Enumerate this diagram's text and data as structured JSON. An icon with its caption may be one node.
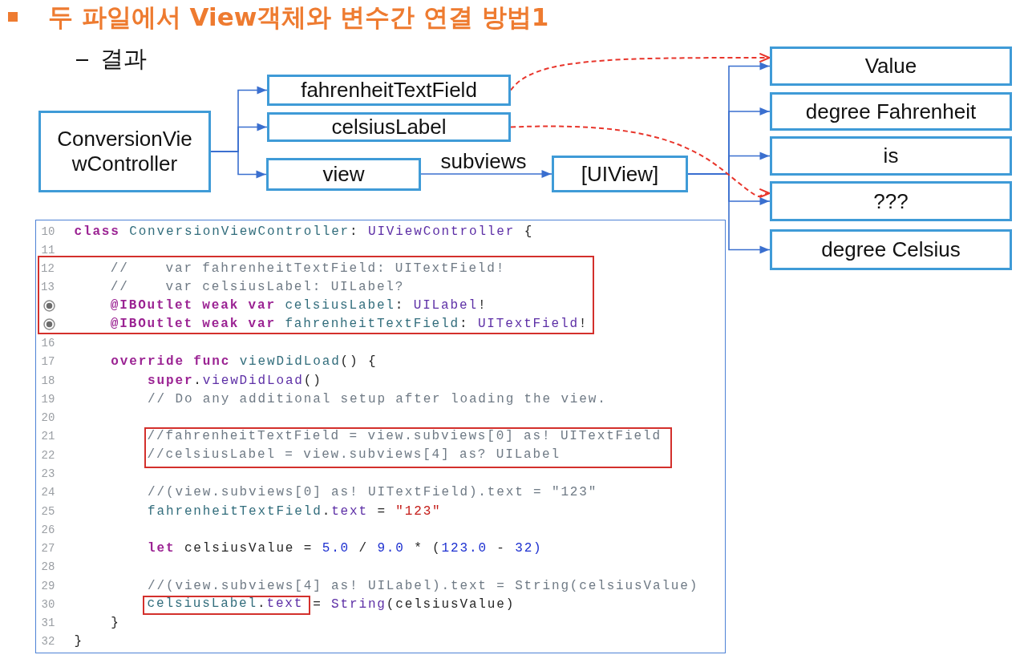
{
  "diagram": {
    "title": "두 파일에서 View객체와 변수간 연결 방법1",
    "nodes": [
      {
        "text": [
          "ConversionViewController"
        ]
      },
      {
        "text": [
          "fahrenheitTextField"
        ]
      },
      {
        "text": [
          "celsiusLabel"
        ]
      },
      {
        "text": [
          "view"
        ]
      },
      {
        "text": [
          "[UIView]"
        ]
      },
      {
        "text": [
          "Value"
        ]
      },
      {
        "text": [
          "degree Fahrenheit"
        ]
      },
      {
        "text": [
          "is"
        ]
      },
      {
        "text": [
          "???"
        ]
      },
      {
        "text": [
          "degree Celsius"
        ]
      },
      {
        "text": [
          "10",
          "class ConversionViewController: UIViewController {",
          "11",
          "16",
          "17",
          "override func viewDidLoad() {",
          "18",
          "super.viewDidLoad()",
          "19",
          "// Do any additional setup after loading the view.",
          "20",
          "21",
          "22",
          "23",
          "24",
          "//(view.subviews[0] as! UITextField).text = \"123\"",
          "25",
          "fahrenheitTextField.text = \"123\"",
          "26",
          "27",
          "let celsiusValue = 5.0 / 9.0 * (123.0 - 32)",
          "28",
          "29",
          "//(view.subviews[4] as! UILabel).text = String(celsiusValue)",
          "30",
          "= String(celsiusValue)",
          "31",
          "}",
          "32",
          "}"
        ]
      },
      {
        "text": [
          "12",
          "//    var fahrenheitTextField: UITextField!",
          "13",
          "//    var celsiusLabel: UILabel?",
          "@IBOutlet weak var celsiusLabel: UILabel!",
          "@IBOutlet weak var fahrenheitTextField: UITextField!"
        ],
        "in": 10
      },
      {
        "text": [
          "//fahrenheitTextField = view.subviews[0] as! UITextField",
          "//celsiusLabel = view.subviews[4] as? UILabel"
        ],
        "in": 10
      },
      {
        "text": [
          "celsiusLabel.text"
        ],
        "in": 10
      }
    ],
    "edges": [
      {
        "from": 0,
        "to": 1,
        "arrow": "to"
      },
      {
        "from": 0,
        "to": 2,
        "arrow": "to"
      },
      {
        "from": 0,
        "to": 3,
        "arrow": "to"
      },
      {
        "from": 3,
        "to": 4,
        "arrow": "to",
        "label": "subviews"
      },
      {
        "from": 4,
        "to": 5,
        "arrow": "to"
      },
      {
        "from": 4,
        "to": 6,
        "arrow": "to"
      },
      {
        "from": 4,
        "to": 7,
        "arrow": "to"
      },
      {
        "from": 4,
        "to": 8,
        "arrow": "to"
      },
      {
        "from": 4,
        "to": 9,
        "arrow": "to"
      },
      {
        "from": 1,
        "to": 5,
        "arrow": "to",
        "style": "dashed",
        "color": "#e8352b"
      },
      {
        "from": 2,
        "to": 8,
        "arrow": "to",
        "style": "dashed",
        "color": "#e8352b"
      }
    ],
    "labels": [
      "결과"
    ]
  }
}
